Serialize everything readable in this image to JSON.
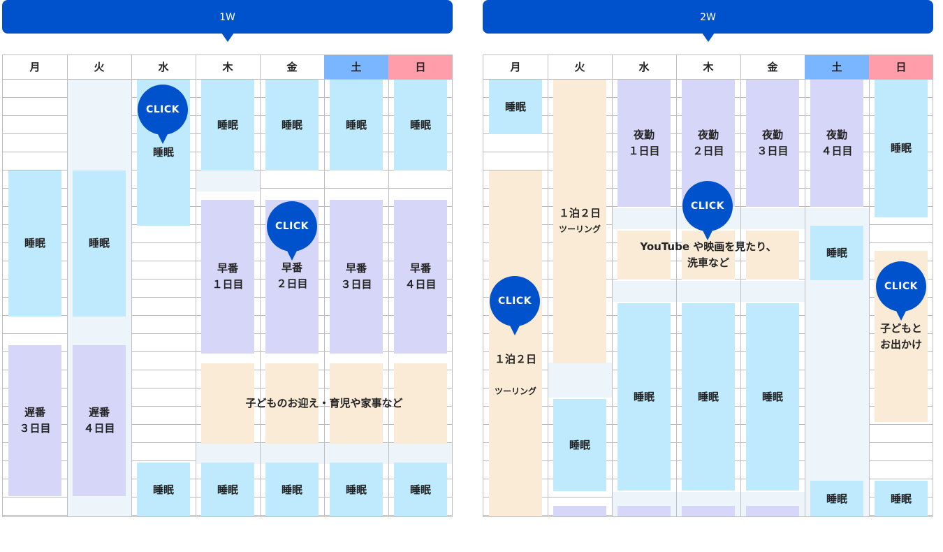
{
  "week1": {
    "banner": "1W",
    "days": [
      "月",
      "火",
      "水",
      "木",
      "金",
      "土",
      "日"
    ],
    "blocks": {
      "mon_sleep": "睡眠",
      "tue_sleep": "睡眠",
      "wed_sleep_top": "睡眠",
      "thu_sleep_top": "睡眠",
      "fri_sleep_top": "睡眠",
      "sat_sleep_top": "睡眠",
      "sun_sleep_top": "睡眠",
      "mon_late": "遅番\n３日目",
      "tue_late": "遅番\n４日目",
      "thu_early": "早番\n１日目",
      "fri_early": "早番\n２日目",
      "sat_early": "早番\n３日目",
      "sun_early": "早番\n４日目",
      "kids_label": "子どものお迎え・育児や家事など",
      "wed_sleep_bottom": "睡眠",
      "thu_sleep_bottom": "睡眠",
      "fri_sleep_bottom": "睡眠",
      "sat_sleep_bottom": "睡眠",
      "sun_sleep_bottom": "睡眠"
    },
    "click_label": "CLICK"
  },
  "week2": {
    "banner": "2W",
    "days": [
      "月",
      "火",
      "水",
      "木",
      "金",
      "土",
      "日"
    ],
    "blocks": {
      "mon_sleep": "睡眠",
      "mon_touring_1": "１泊２日",
      "mon_touring_2": "ツーリング",
      "tue_touring_1": "１泊２日",
      "tue_touring_2": "ツーリング",
      "tue_sleep": "睡眠",
      "wed_night": "夜勤\n１日目",
      "thu_night": "夜勤\n２日目",
      "fri_night": "夜勤\n３日目",
      "sat_night": "夜勤\n４日目",
      "sun_sleep_top": "睡眠",
      "youtube_label": "YouTube や映画を見たり、\n洗車など",
      "sat_sleep_mid": "睡眠",
      "sun_outing": "子どもと\nお出かけ",
      "wed_sleep": "睡眠",
      "thu_sleep": "睡眠",
      "fri_sleep": "睡眠",
      "sat_sleep_bottom": "睡眠",
      "sun_sleep_bottom": "睡眠"
    },
    "click_label": "CLICK"
  },
  "colors": {
    "banner": "#0052cc",
    "saturday_header": "#7ab6ff",
    "sunday_header": "#ff9eaa",
    "sleep": "#bfeafd",
    "shift": "#d6d6f9",
    "free_time": "#f9ebd5"
  }
}
